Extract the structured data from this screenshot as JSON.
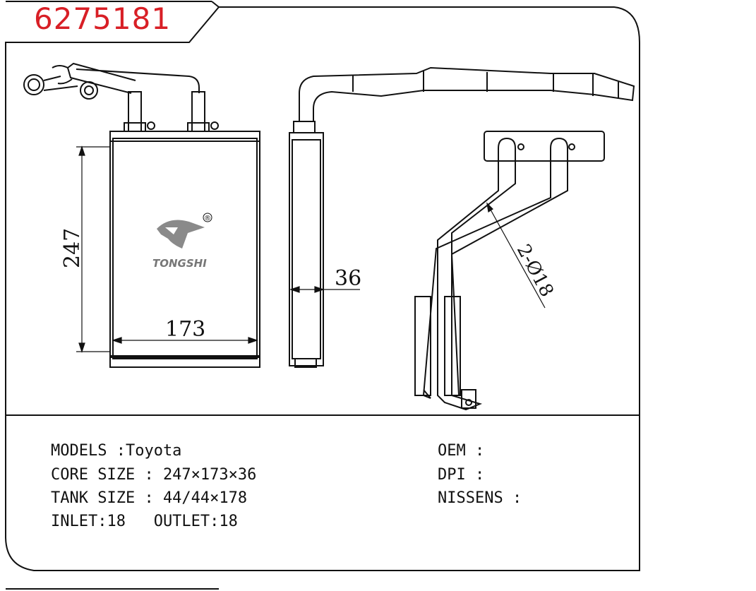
{
  "part_number": "6275181",
  "brand": {
    "name": "TONGSHI",
    "registered_mark": "®"
  },
  "dimensions": {
    "core_height": "247",
    "core_width": "173",
    "core_thickness": "36",
    "pipe_callout": "2-Ø18"
  },
  "specs": {
    "models_label": "MODELS :Toyota",
    "core_size_label": "CORE SIZE : 247×173×36",
    "tank_size_label": "TANK SIZE : 44/44×178",
    "inlet_outlet_label": "INLET:18   OUTLET:18",
    "oem_label": "OEM :",
    "dpi_label": "DPI :",
    "nissens_label": "NISSENS :"
  },
  "colors": {
    "part_number": "#d81f26",
    "line": "#111111"
  }
}
